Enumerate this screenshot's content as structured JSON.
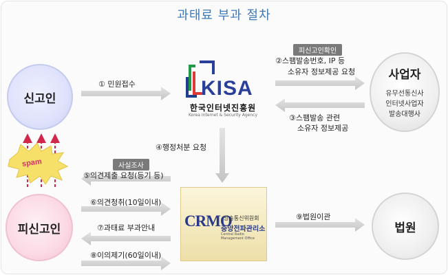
{
  "title": "과태료 부과 절차",
  "nodes": {
    "reporter": "신고인",
    "reported": "피신고인",
    "business": {
      "name": "사업자",
      "lines": [
        "유무선통신사",
        "인터넷사업자",
        "발송대행사"
      ]
    },
    "court": "법원"
  },
  "kisa": {
    "wordmark": "KISA",
    "korean": "한국인터넷진흥원",
    "english": "Korea Internet & Security Agency"
  },
  "crmo": {
    "wordmark": "CRMO",
    "org_small": "방송통신위원회",
    "org_main": "중앙전파관리소",
    "english": "Central Radio Management Office"
  },
  "tags": {
    "verify": "피신고인확인",
    "investigation": "사실조사"
  },
  "steps": {
    "s1": "① 민원접수",
    "s2_line1": "②스팸발송번호, IP 등",
    "s2_line2": "소유자 정보제공 요청",
    "s3_line1": "③스팸발송 관련",
    "s3_line2": "소유자 정보제공",
    "s4": "④행정처분 요청",
    "s5": "⑤의견제출 요청(등기 등)",
    "s6": "⑥의견청취(10일이내)",
    "s7": "⑦과태료 부과안내",
    "s8": "⑧이의제기(60일이내)",
    "s9": "⑨법원이관"
  },
  "spam_badge": "spam",
  "colors": {
    "title": "#3d79b8",
    "arrow": "#cfcfcf",
    "spam_burst": "#f6e06a",
    "spam_text": "#d4306d",
    "dashed_arrow": "#d0274a"
  }
}
